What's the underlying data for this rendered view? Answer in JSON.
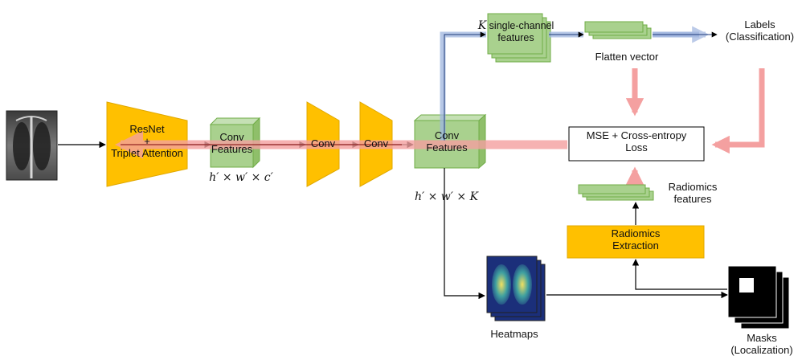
{
  "nodes": {
    "resnet": {
      "line1": "ResNet",
      "line2": "+",
      "line3": "Triplet Attention"
    },
    "conv_features_1": {
      "line1": "Conv",
      "line2": "Features"
    },
    "conv_1": "Conv",
    "conv_2": "Conv",
    "conv_features_2": {
      "line1": "Conv",
      "line2": "Features"
    },
    "single_channel": {
      "prefix": "K",
      "line1": " single-channel",
      "line2": "features"
    },
    "flatten_vector": "Flatten vector",
    "labels": {
      "line1": "Labels",
      "line2": "(Classification)"
    },
    "loss": {
      "line1": "MSE + Cross-entropy",
      "line2": "Loss"
    },
    "radiomics_features": {
      "line1": "Radiomics",
      "line2": "features"
    },
    "radiomics_extraction": {
      "line1": "Radiomics",
      "line2": "Extraction"
    },
    "heatmaps": "Heatmaps",
    "masks": {
      "line1": "Masks",
      "line2": "(Localization)"
    }
  },
  "dimensions": {
    "dim_1": "h′ × w′ × c′",
    "dim_2": "h′ × w′ × K"
  },
  "colors": {
    "accent_orange": "#ffc000",
    "green_block": "#a9d18e",
    "green_border": "#70ad47",
    "red_flow": "#f4a0a0",
    "blue_flow": "#8fa9d8"
  }
}
